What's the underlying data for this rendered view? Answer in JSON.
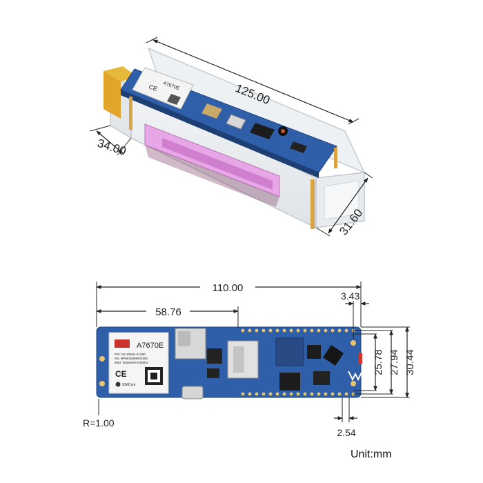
{
  "dimensions": {
    "case_length": "125.00",
    "case_width": "34.00",
    "case_height": "31.60",
    "board_length": "110.00",
    "camera_offset": "58.76",
    "hole_offset": "3.43",
    "pin_pitch": "2.54",
    "height_1": "25.78",
    "height_2": "27.94",
    "height_3": "30.44",
    "corner_radius": "R=1.00"
  },
  "module": {
    "model": "A7670E",
    "brand": "SIMCom",
    "pn": "P/N: S2-1084H-Z1Z90",
    "sn": "SN: MP8615098602590",
    "imei": "IMEI: 862559074408061"
  },
  "unit_label": "Unit:mm",
  "colors": {
    "pcb_blue": "#2f5fa8",
    "pcb_dark": "#244d8f",
    "dim_line": "#222222",
    "battery_pink": "#e7a6e6",
    "standoff_gold": "#d9a441"
  }
}
